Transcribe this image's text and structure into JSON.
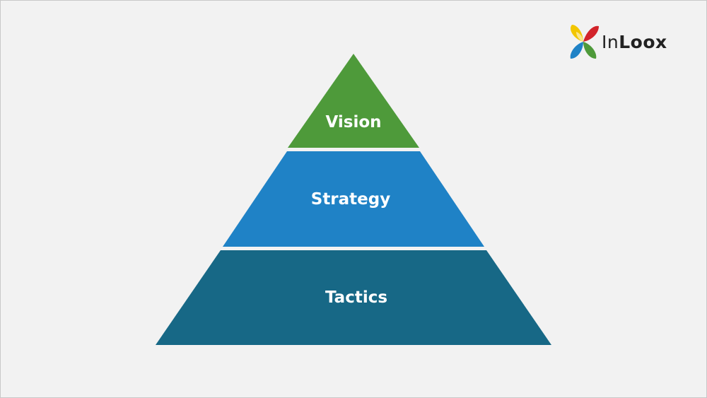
{
  "logo": {
    "text_light": "In",
    "text_bold": "Loox"
  },
  "pyramid": {
    "tiers": [
      {
        "label": "Vision",
        "color": "#4e9a3a"
      },
      {
        "label": "Strategy",
        "color": "#1f82c6"
      },
      {
        "label": "Tactics",
        "color": "#176886"
      }
    ]
  }
}
